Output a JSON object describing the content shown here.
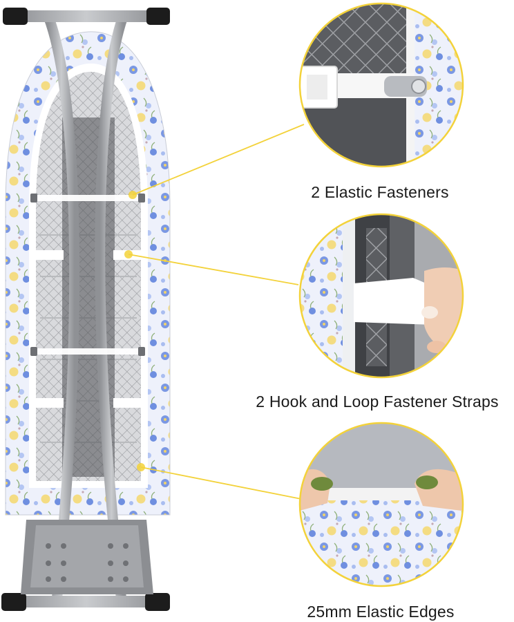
{
  "features": [
    {
      "label": "2 Elastic Fasteners"
    },
    {
      "label": "2 Hook and Loop Fastener Straps"
    },
    {
      "label": "25mm Elastic Edges"
    }
  ],
  "colors": {
    "cover_base": "#eef1fb",
    "flower_blue": "#6f8fe0",
    "flower_light": "#a9bdf0",
    "flower_yellow": "#f1d36a",
    "leaf_green": "#8fb07a",
    "frame_gray": "#a7a9ad",
    "foot_black": "#1c1c1c",
    "callout_yellow": "#f3d23a",
    "mesh_gray": "#8c8e92",
    "elastic_white": "#ffffff"
  }
}
